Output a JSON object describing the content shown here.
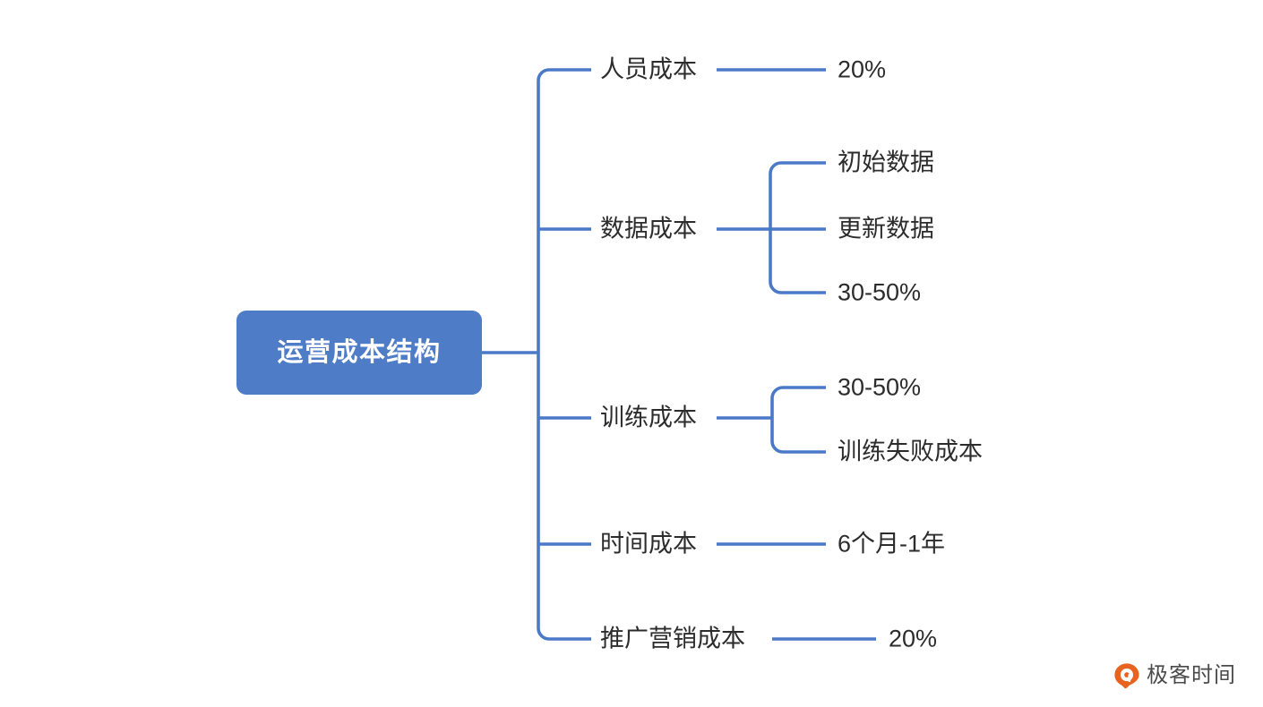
{
  "diagram": {
    "type": "mindmap",
    "root": {
      "label": "运营成本结构"
    },
    "branches": [
      {
        "label": "人员成本",
        "children": [
          {
            "label": "20%"
          }
        ]
      },
      {
        "label": "数据成本",
        "children": [
          {
            "label": "初始数据"
          },
          {
            "label": "更新数据"
          },
          {
            "label": "30-50%"
          }
        ]
      },
      {
        "label": "训练成本",
        "children": [
          {
            "label": "30-50%"
          },
          {
            "label": "训练失败成本"
          }
        ]
      },
      {
        "label": "时间成本",
        "children": [
          {
            "label": "6个月-1年"
          }
        ]
      },
      {
        "label": "推广营销成本",
        "children": [
          {
            "label": "20%"
          }
        ]
      }
    ]
  },
  "colors": {
    "root_fill": "#4f7cc6",
    "root_text": "#ffffff",
    "connector": "#4a79c8",
    "node_text": "#2c2c2c",
    "logo_orange": "#e8631f",
    "background": "#ffffff"
  },
  "branding": {
    "logo_name": "geektime-logo",
    "logo_text": "极客时间"
  }
}
